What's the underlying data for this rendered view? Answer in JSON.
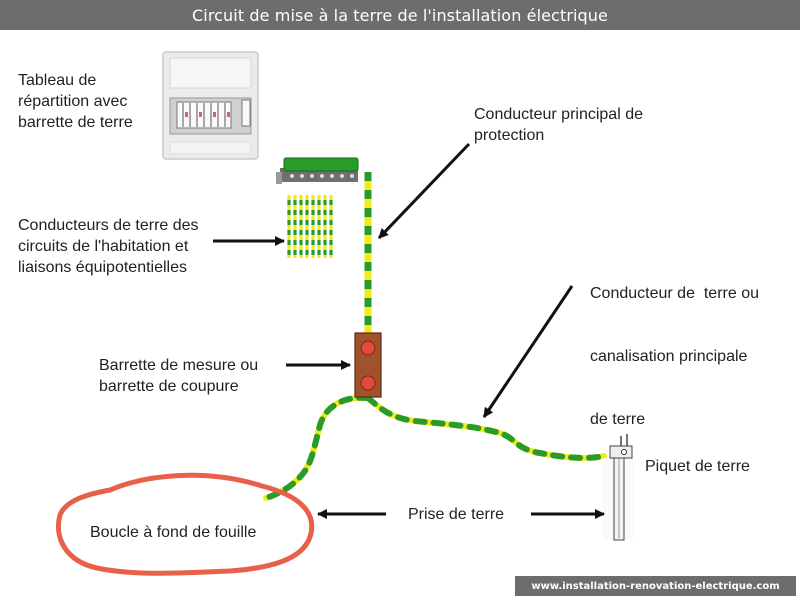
{
  "title": "Circuit de mise à la terre de l'installation électrique",
  "labels": {
    "tableau": [
      "Tableau de",
      "répartition avec",
      "barrette de terre"
    ],
    "conducteur_principal": [
      "Conducteur principal de",
      "protection"
    ],
    "conducteurs_terre": [
      "Conducteurs de terre des",
      "circuits de l'habitation et",
      "liaisons équipotentielles"
    ],
    "canalisation": [
      "Conducteur de  terre ou",
      "canalisation principale",
      "de terre"
    ],
    "barrette_mesure": [
      "Barrette de mesure ou",
      "barrette de coupure"
    ],
    "piquet": "Piquet de terre",
    "prise": "Prise de terre",
    "boucle": "Boucle à fond de fouille"
  },
  "footer": "www.installation-renovation-electrique.com",
  "colors": {
    "title_bg": "#6d6d6d",
    "earth_green": "#2a9a2a",
    "earth_yellow": "#f2ea1a",
    "loop_red": "#e8604a",
    "barrette_brown": "#a0522d",
    "terminal_red": "#e04a3a"
  },
  "icons": [
    "electrical-panel-icon",
    "earth-bar-icon",
    "ground-rod-icon",
    "arrow-icon"
  ]
}
